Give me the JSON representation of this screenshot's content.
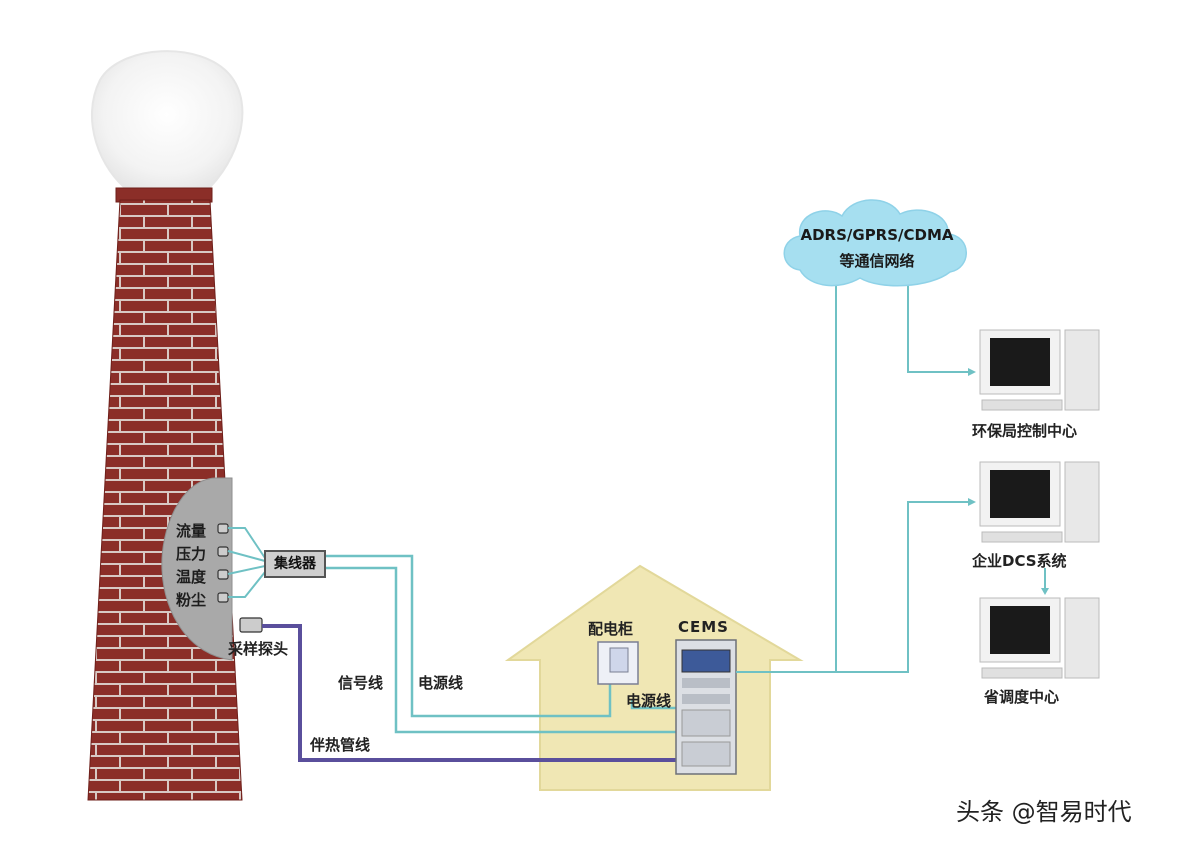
{
  "sensors": [
    "流量",
    "压力",
    "温度",
    "粉尘"
  ],
  "hub": "集线器",
  "probe": "采样探头",
  "lines": {
    "signal": "信号线",
    "power": "电源线",
    "power2": "电源线",
    "heat_pipe": "伴热管线"
  },
  "cabinet": "配电柜",
  "cems": "CEMS",
  "network": {
    "line1": "ADRS/GPRS/CDMA",
    "line2": "等通信网络"
  },
  "computers": [
    "环保局控制中心",
    "企业DCS系统",
    "省调度中心"
  ],
  "watermark": "头条 @智易时代",
  "colors": {
    "brick": "#8b2e28",
    "mortar": "#d8c9c4",
    "house": "#f0e7b4",
    "signal_line": "#6fc1c4",
    "heat_line": "#5a4f9c",
    "cloud": "#a6dff0"
  }
}
